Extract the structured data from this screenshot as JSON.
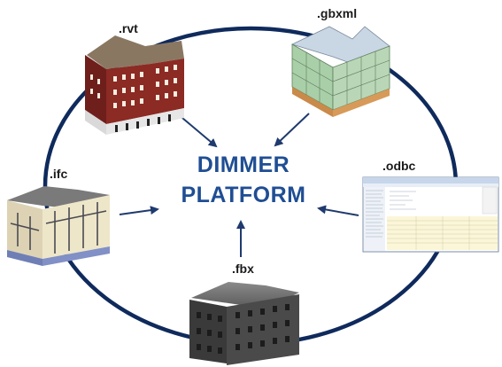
{
  "title": {
    "line1": "DIMMER",
    "line2": "PLATFORM"
  },
  "formats": {
    "rvt": ".rvt",
    "gbxml": ".gbxml",
    "odbc": ".odbc",
    "ifc": ".ifc",
    "fbx": ".fbx"
  },
  "colors": {
    "ring": "#0f2a5c",
    "arrow": "#1f3a6e",
    "title": "#1f4e93"
  }
}
